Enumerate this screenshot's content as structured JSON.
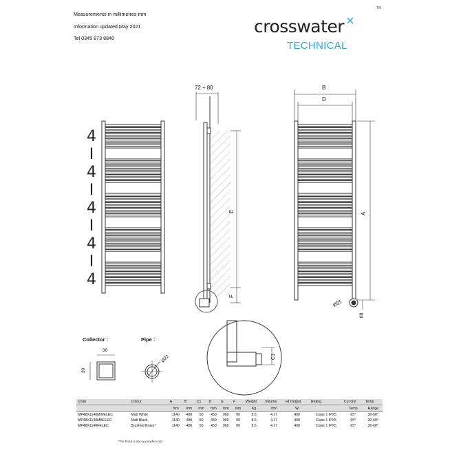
{
  "header": {
    "line1": "Measurements in millimetres mm",
    "line2": "Information updated May 2021",
    "line3": "Tel  0345 873 8840"
  },
  "brand": {
    "logo": "crosswater",
    "logo_mark": "×",
    "trademark": "TM",
    "subtitle": "TECHNICAL",
    "accent_color": "#2aa7df"
  },
  "drawing": {
    "front_spacing": [
      "4",
      "I",
      "4",
      "I",
      "4",
      "I",
      "4",
      "I",
      "4"
    ],
    "side_depth": "72 ÷ 80",
    "dim_e": "E",
    "dim_f": "F",
    "dim_b": "B",
    "dim_d": "D",
    "dim_a": "A",
    "dim_pipe_dia": "Ø55",
    "dim_68": "68",
    "dim_c1": "C1"
  },
  "collector": {
    "label": "Collector :",
    "width": "30",
    "height": "30"
  },
  "pipe": {
    "label": "Pipe :",
    "diameter": "Ø22"
  },
  "table": {
    "headers": [
      "Code",
      "Colour",
      "A",
      "B",
      "C1",
      "D",
      "E",
      "F",
      "Weight",
      "Volume",
      "Ht Output",
      "Rating",
      "Cut Out",
      "Temp"
    ],
    "units": [
      "",
      "",
      "mm",
      "mm",
      "mm",
      "mm",
      "mm",
      "mm",
      "Kg",
      "dm³",
      "W",
      "",
      "Temp",
      "Range"
    ],
    "rows": [
      [
        "MP48X1140MWELEC",
        "Matt White",
        "1140",
        "480",
        "50",
        "450",
        "960",
        "90",
        "8.6",
        "4.17",
        "400",
        "Class 1 IPX5",
        "65°",
        "30-60°"
      ],
      [
        "MP48X1140MBELEC",
        "Matt Black",
        "1140",
        "480",
        "50",
        "450",
        "960",
        "90",
        "8.6",
        "4.17",
        "400",
        "Class 1 IPX5",
        "65°",
        "30-60°"
      ],
      [
        "MP48X1140FELEC",
        "Brushed Brass*",
        "1140",
        "480",
        "50",
        "450",
        "960",
        "90",
        "8.6",
        "4.17",
        "400",
        "Class 1 IPX5",
        "65°",
        "30-60°"
      ]
    ],
    "note": "*The finish is epoxy powder coat"
  }
}
